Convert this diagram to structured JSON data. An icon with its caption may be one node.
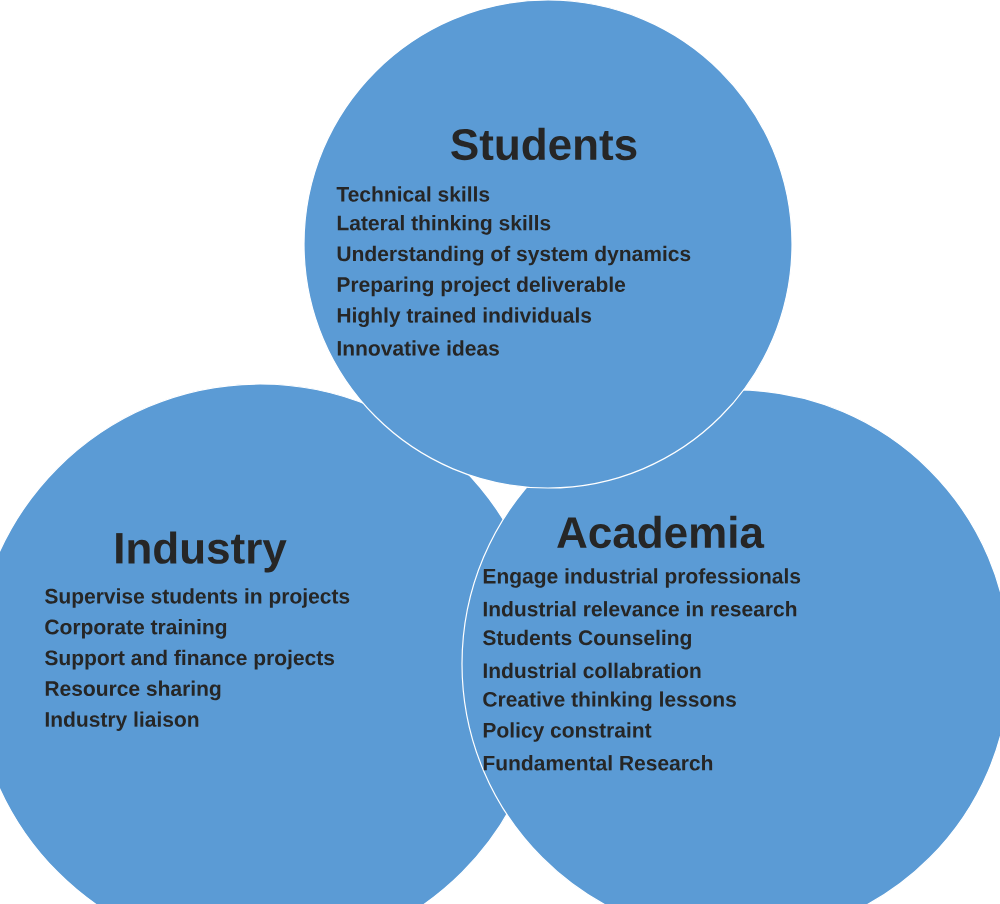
{
  "diagram": {
    "nodes": [
      {
        "text": [
          "Students",
          "Technical skills",
          "Lateral thinking skills",
          "Understanding of system dynamics",
          "Preparing project deliverable",
          "Highly trained individuals",
          "Innovative ideas"
        ]
      },
      {
        "text": [
          "Industry",
          "Supervise students in projects",
          "Corporate training",
          "Support  and finance projects",
          "Resource sharing",
          "Industry liaison"
        ]
      },
      {
        "text": [
          "Academia",
          "Engage industrial professionals",
          "Industrial  relevance in research",
          "Students Counseling",
          "Industrial collabration",
          "Creative thinking lessons",
          "Policy constraint",
          "Fundamental Research"
        ]
      }
    ]
  }
}
